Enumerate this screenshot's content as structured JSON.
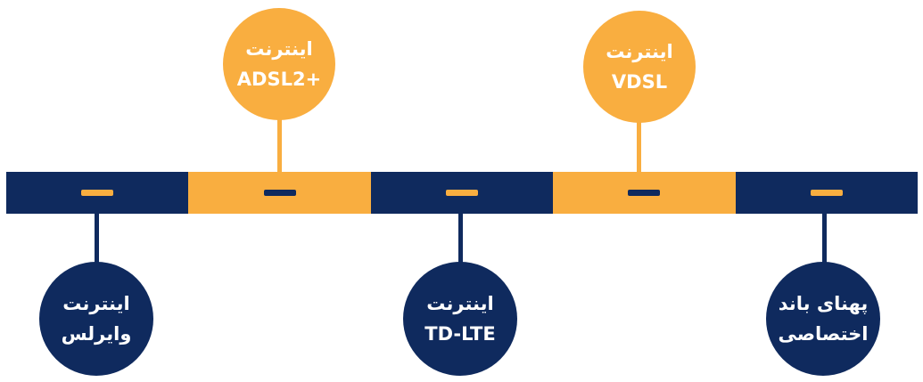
{
  "colors": {
    "navy": "#0f2a5e",
    "orange": "#f9ae40",
    "white": "#ffffff"
  },
  "segments": [
    {
      "color": "navy"
    },
    {
      "color": "orange"
    },
    {
      "color": "navy"
    },
    {
      "color": "orange"
    },
    {
      "color": "navy"
    }
  ],
  "nodes": [
    {
      "id": "adsl",
      "line1": "اینترنت",
      "line2": "ADSL2+"
    },
    {
      "id": "vdsl",
      "line1": "اینترنت",
      "line2": "VDSL"
    },
    {
      "id": "wireless",
      "line1": "اینترنت",
      "line2": "وایرلس"
    },
    {
      "id": "tdlte",
      "line1": "اینترنت",
      "line2": "TD-LTE"
    },
    {
      "id": "dedicated",
      "line1": "پهنای باند",
      "line2": "اختصاصی"
    }
  ]
}
